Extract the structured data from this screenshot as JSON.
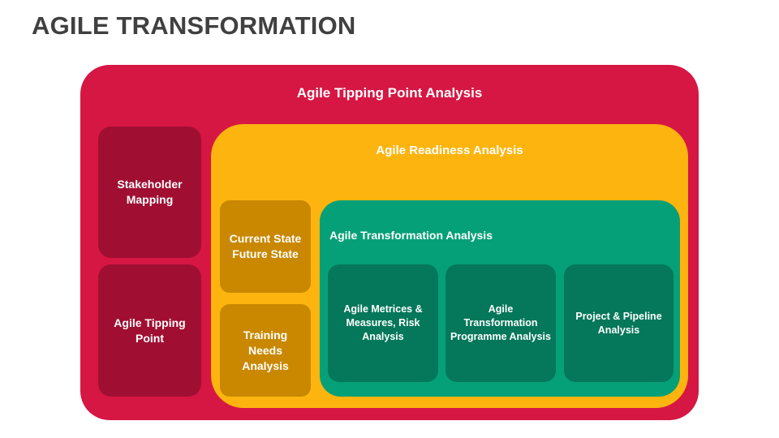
{
  "title": "AGILE TRANSFORMATION",
  "colors": {
    "outer": "#d61643",
    "side_boxes": "#a00f32",
    "readiness": "#fdb40e",
    "readiness_boxes": "#c98800",
    "transformation": "#05a077",
    "transformation_boxes": "#05775a",
    "title_text": "#404040"
  },
  "outer": {
    "label": "Agile Tipping Point Analysis",
    "side_boxes": [
      {
        "label": "Stakeholder\nMapping"
      },
      {
        "label": "Agile Tipping\nPoint"
      }
    ]
  },
  "readiness": {
    "label": "Agile Readiness Analysis",
    "boxes": [
      {
        "label": "Current State\nFuture State"
      },
      {
        "label": "Training\nNeeds\nAnalysis"
      }
    ]
  },
  "transformation": {
    "label": "Agile Transformation Analysis",
    "boxes": [
      {
        "label": "Agile Metrices &\nMeasures, Risk\nAnalysis"
      },
      {
        "label": "Agile Transformation\nProgramme Analysis"
      },
      {
        "label": "Project & Pipeline\nAnalysis"
      }
    ]
  }
}
